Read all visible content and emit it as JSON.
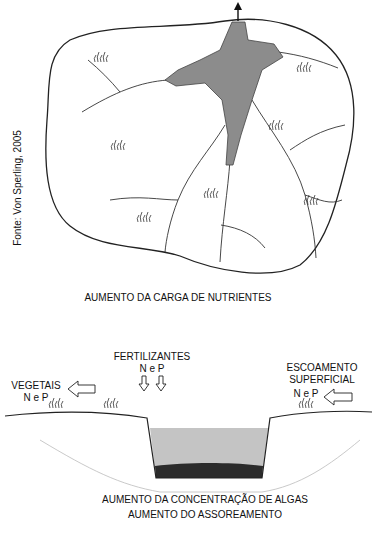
{
  "diagram": {
    "labels": [
      "Fonte: Von Sperling, 2005",
      "AUMENTO DA CARGA DE NUTRIENTES",
      "FERTILIZANTES",
      "N e P",
      "VEGETAIS",
      "N e P",
      "ESCOAMENTO SUPERFICIAL",
      "N e P",
      "AUMENTO DA CONCENTRAÇÃO DE ALGAS",
      "AUMENTO DO ASSOREAMENTO"
    ]
  }
}
